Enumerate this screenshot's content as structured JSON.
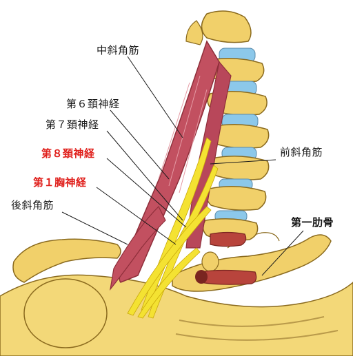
{
  "labels": {
    "middle_scalene": "中斜角筋",
    "c6_nerve": "第６頚神経",
    "c7_nerve": "第７頚神経",
    "c8_nerve": "第８頚神経",
    "t1_nerve": "第１胸神経",
    "posterior_scalene": "後斜角筋",
    "anterior_scalene": "前斜角筋",
    "first_rib": "第一肋骨"
  },
  "colors": {
    "bone": "#f1d06a",
    "bone_edge": "#8a6a1e",
    "disc": "#8cc8ea",
    "muscle": "#c25060",
    "muscle_dark": "#8e2e3a",
    "nerve": "#f4e232",
    "artery": "#b8443c",
    "highlight_label": "#e0201c"
  }
}
